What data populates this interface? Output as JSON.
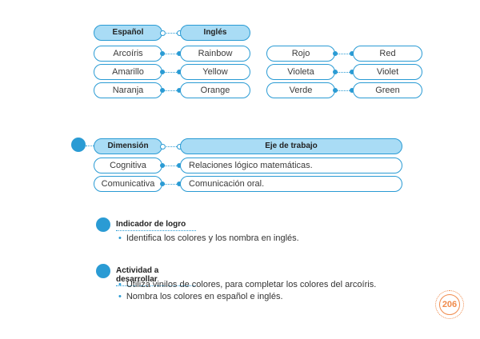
{
  "vocab": {
    "header_es": "Español",
    "header_en": "Inglés",
    "left_pairs": [
      {
        "es": "Arcoíris",
        "en": "Rainbow"
      },
      {
        "es": "Amarillo",
        "en": "Yellow"
      },
      {
        "es": "Naranja",
        "en": "Orange"
      }
    ],
    "right_pairs": [
      {
        "es": "Rojo",
        "en": "Red"
      },
      {
        "es": "Violeta",
        "en": "Violet"
      },
      {
        "es": "Verde",
        "en": "Green"
      }
    ]
  },
  "dimension": {
    "header_dim": "Dimensión",
    "header_eje": "Eje de trabajo",
    "rows": [
      {
        "dim": "Cognitiva",
        "eje": "Relaciones lógico matemáticas."
      },
      {
        "dim": "Comunicativa",
        "eje": "Comunicación oral."
      }
    ]
  },
  "indicador": {
    "title": "Indicador de logro",
    "bullets": [
      "Identifica los colores y los nombra en inglés."
    ]
  },
  "actividad": {
    "title": "Actividad a desarrollar",
    "bullets": [
      "Utiliza vinilos de colores, para completar los colores del arcoíris.",
      "Nombra los colores en español e inglés."
    ]
  },
  "page_number": "206",
  "colors": {
    "accent": "#2a9bd4",
    "header_fill": "#a9dcf5",
    "page_badge": "#f08a4b"
  }
}
